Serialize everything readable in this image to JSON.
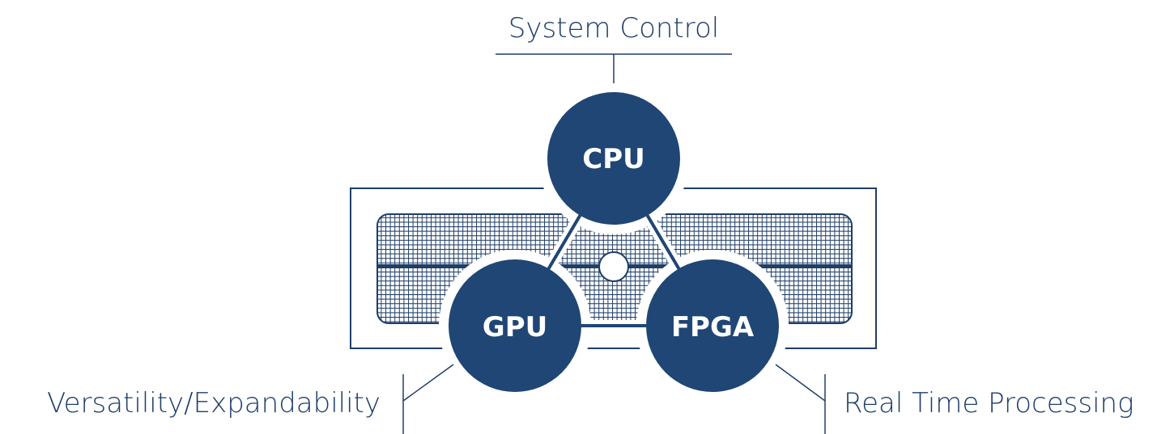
{
  "colors": {
    "primary": "#1f4674",
    "board_line": "#1f3e68",
    "background": "#ffffff",
    "node_text": "#ffffff"
  },
  "nodes": {
    "cpu": "CPU",
    "gpu": "GPU",
    "fpga": "FPGA"
  },
  "labels": {
    "cpu": "System Control",
    "gpu": "Versatility/Expandability",
    "fpga": "Real Time Processing"
  }
}
